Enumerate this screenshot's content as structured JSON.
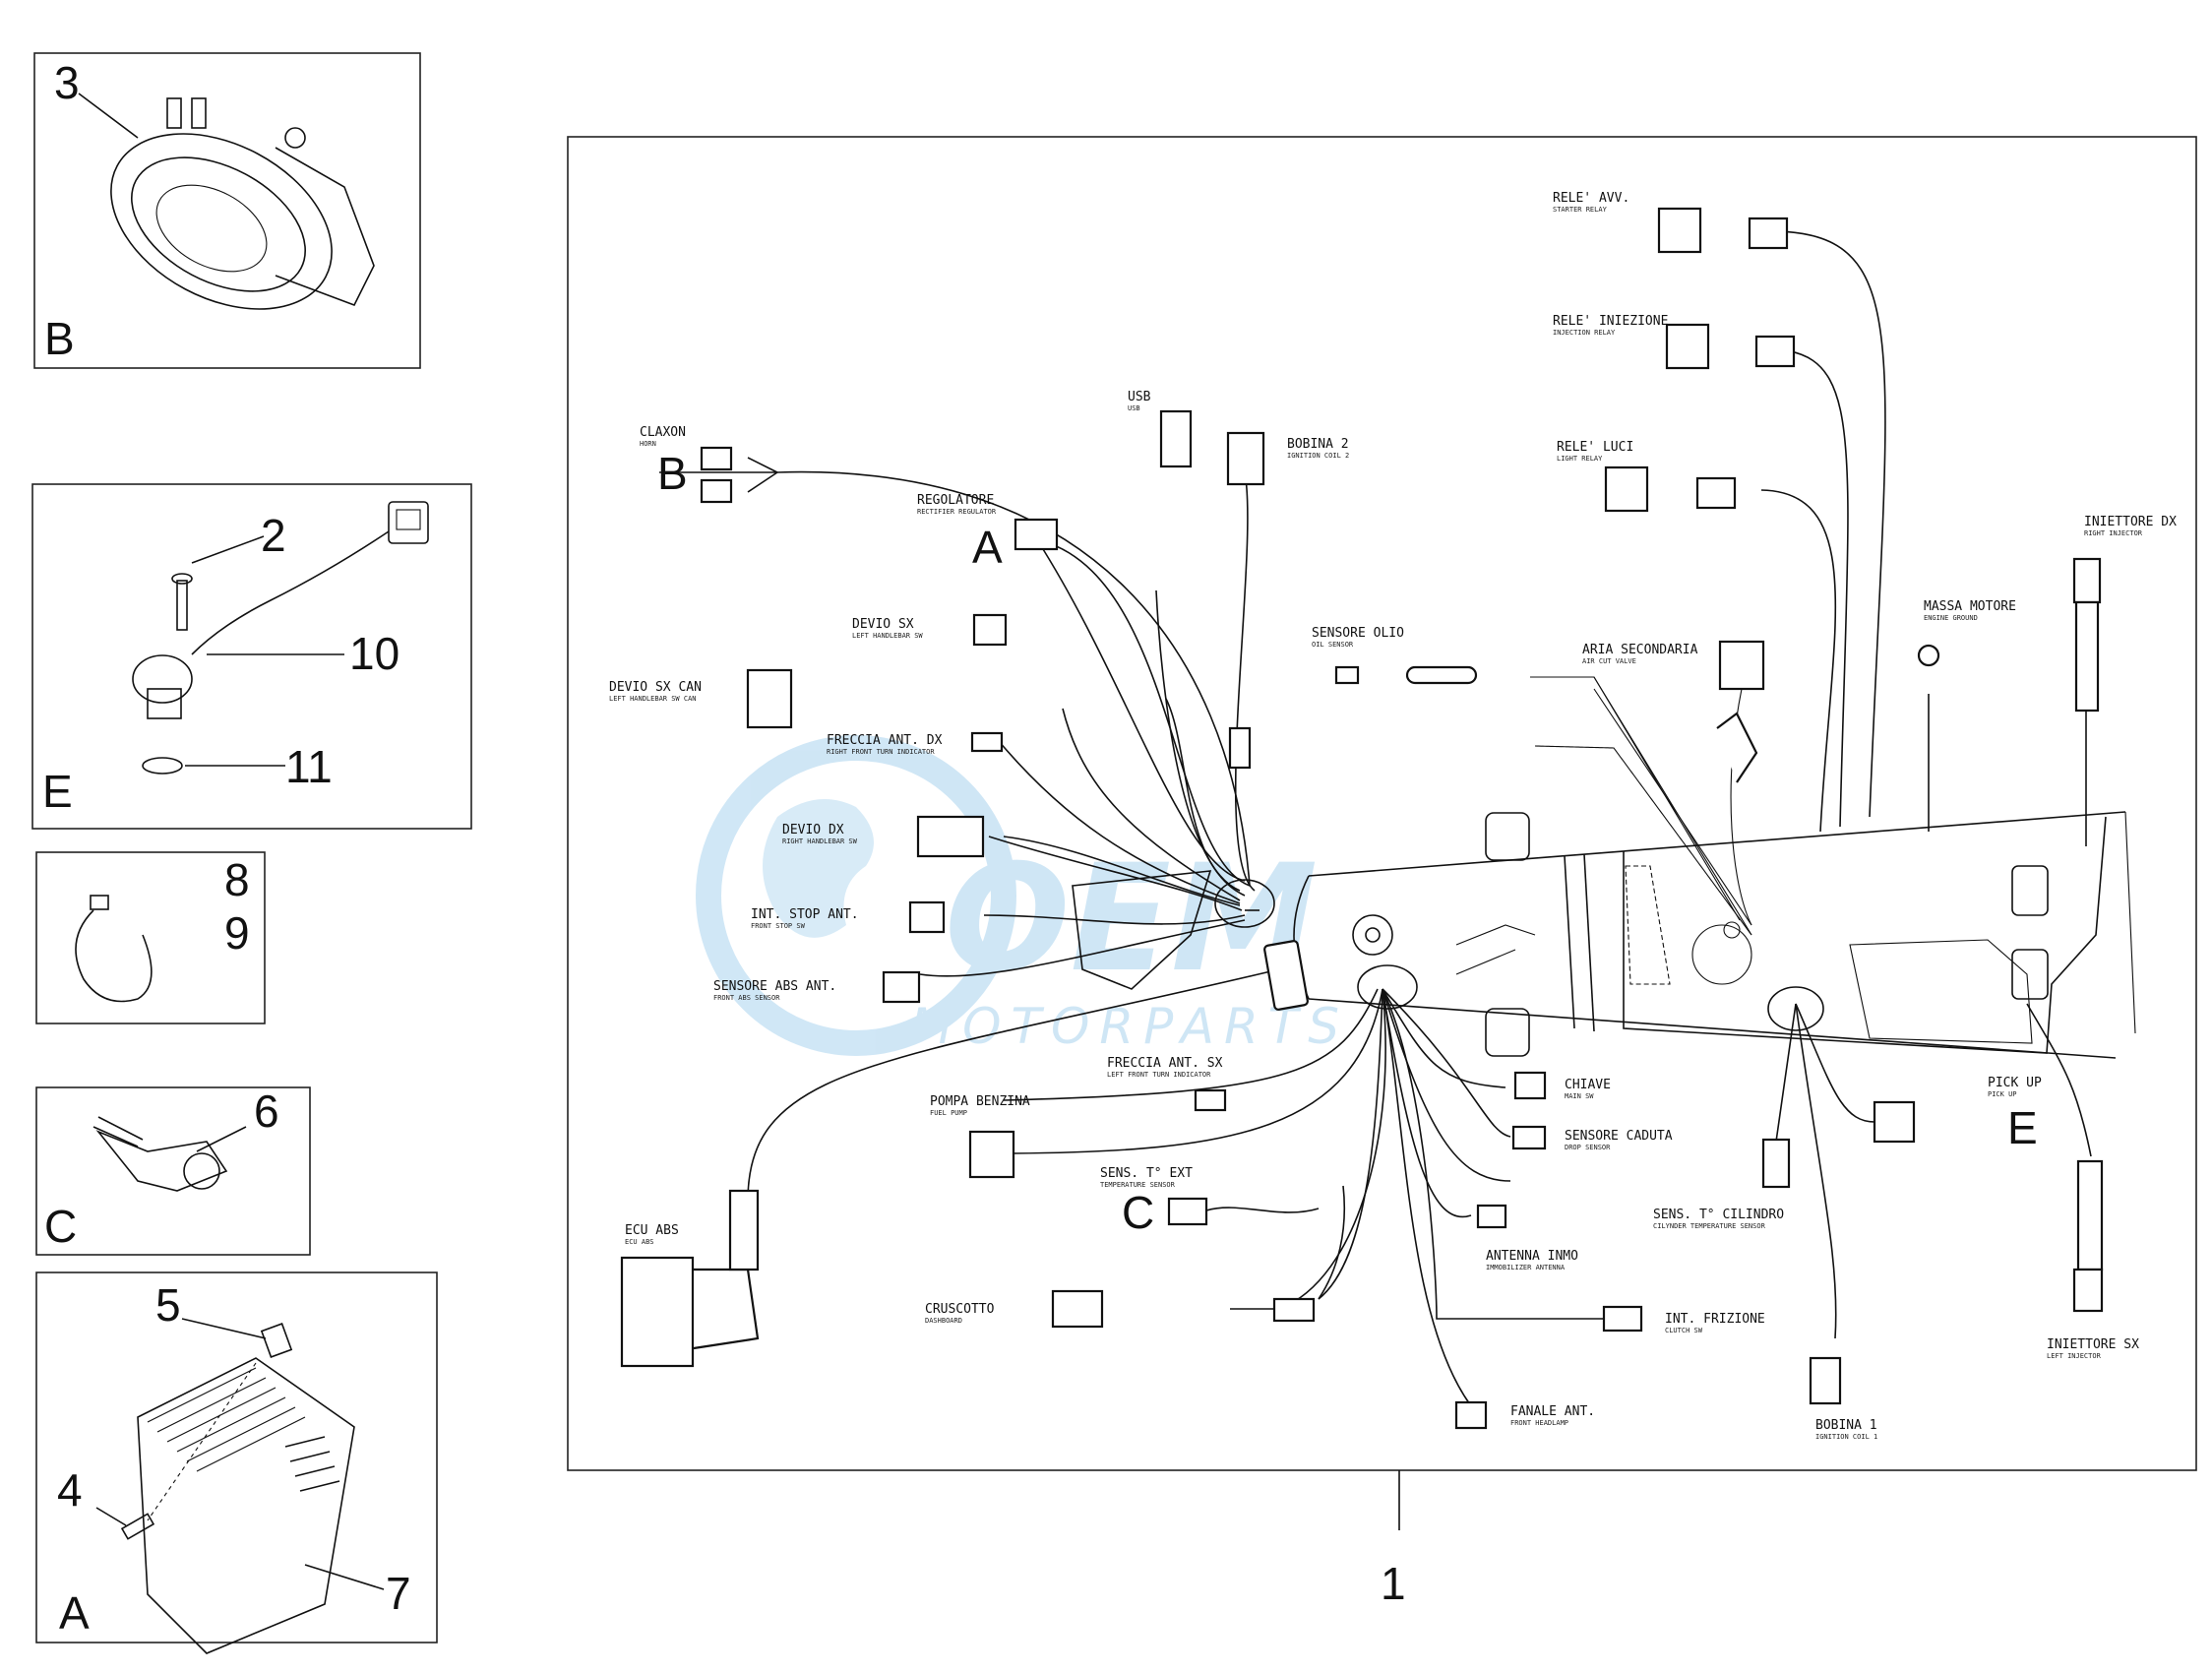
{
  "insets": {
    "horn": {
      "number": "3",
      "letter": "B"
    },
    "pickup": {
      "screw_number": "2",
      "sensor_number": "10",
      "oring_number": "11",
      "letter": "E"
    },
    "clip": {
      "number_a": "8",
      "number_b": "9"
    },
    "oil_sensor": {
      "number": "6",
      "letter": "C"
    },
    "regulator": {
      "clip_number": "5",
      "screw_number": "4",
      "body_number": "7",
      "letter": "A"
    }
  },
  "main_harness": {
    "number": "1"
  },
  "callouts": {
    "A": "A",
    "B": "B",
    "C": "C",
    "E": "E"
  },
  "components": {
    "claxon": {
      "label": "CLAXON",
      "sub": "HORN"
    },
    "usb": {
      "label": "USB",
      "sub": "USB"
    },
    "bobina2": {
      "label": "BOBINA 2",
      "sub": "IGNITION COIL 2"
    },
    "regolatore": {
      "label": "REGOLATORE",
      "sub": "RECTIFIER REGULATOR"
    },
    "rele_avv": {
      "label": "RELE' AVV.",
      "sub": "STARTER RELAY"
    },
    "rele_iniezione": {
      "label": "RELE' INIEZIONE",
      "sub": "INJECTION RELAY"
    },
    "rele_luci": {
      "label": "RELE' LUCI",
      "sub": "LIGHT RELAY"
    },
    "iniettore_dx": {
      "label": "INIETTORE DX",
      "sub": "RIGHT INJECTOR"
    },
    "massa_motore": {
      "label": "MASSA MOTORE",
      "sub": "ENGINE GROUND"
    },
    "aria_secondaria": {
      "label": "ARIA SECONDARIA",
      "sub": "AIR CUT VALVE"
    },
    "sensore_olio": {
      "label": "SENSORE OLIO",
      "sub": "OIL SENSOR"
    },
    "devio_sx": {
      "label": "DEVIO SX",
      "sub": "LEFT HANDLEBAR SW"
    },
    "devio_sx_can": {
      "label": "DEVIO SX CAN",
      "sub": "LEFT HANDLEBAR SW CAN"
    },
    "freccia_ant_dx": {
      "label": "FRECCIA ANT. DX",
      "sub": "RIGHT FRONT TURN INDICATOR"
    },
    "devio_dx": {
      "label": "DEVIO DX",
      "sub": "RIGHT HANDLEBAR SW"
    },
    "int_stop_ant": {
      "label": "INT. STOP ANT.",
      "sub": "FRONT STOP SW"
    },
    "sensore_abs_ant": {
      "label": "SENSORE ABS ANT.",
      "sub": "FRONT ABS SENSOR"
    },
    "freccia_ant_sx": {
      "label": "FRECCIA ANT. SX",
      "sub": "LEFT FRONT TURN INDICATOR"
    },
    "pompa_benzina": {
      "label": "POMPA BENZINA",
      "sub": "FUEL PUMP"
    },
    "chiave": {
      "label": "CHIAVE",
      "sub": "MAIN SW"
    },
    "sensore_caduta": {
      "label": "SENSORE CADUTA",
      "sub": "DROP SENSOR"
    },
    "sens_t_ext": {
      "label": "SENS. T° EXT",
      "sub": "TEMPERATURE SENSOR"
    },
    "ecu_abs": {
      "label": "ECU ABS",
      "sub": "ECU ABS"
    },
    "antenna_inmo": {
      "label": "ANTENNA INMO",
      "sub": "IMMOBILIZER ANTENNA"
    },
    "cruscotto": {
      "label": "CRUSCOTTO",
      "sub": "DASHBOARD"
    },
    "int_frizione": {
      "label": "INT. FRIZIONE",
      "sub": "CLUTCH SW"
    },
    "fanale_ant": {
      "label": "FANALE ANT.",
      "sub": "FRONT HEADLAMP"
    },
    "sens_t_cilindro": {
      "label": "SENS. T° CILINDRO",
      "sub": "CILYNDER TEMPERATURE SENSOR"
    },
    "pick_up": {
      "label": "PICK UP",
      "sub": "PICK UP"
    },
    "bobina1": {
      "label": "BOBINA 1",
      "sub": "IGNITION COIL 1"
    },
    "iniettore_sx": {
      "label": "INIETTORE SX",
      "sub": "LEFT INJECTOR"
    }
  },
  "watermark": {
    "logo": "OEM",
    "tagline": "MOTORPARTS",
    "color": "#9ecbea"
  }
}
